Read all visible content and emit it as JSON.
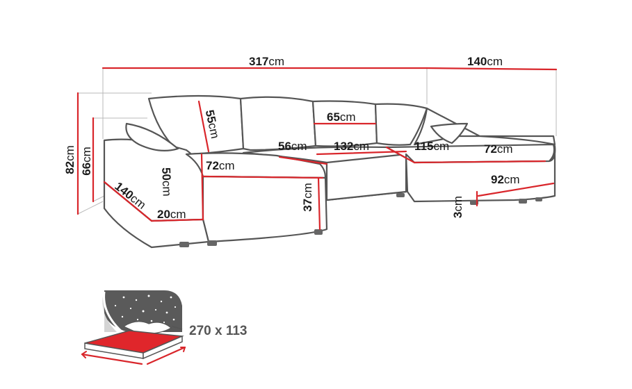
{
  "dimensions": [
    {
      "id": "total-width",
      "value": "317",
      "unit": "cm"
    },
    {
      "id": "chaise-width",
      "value": "140",
      "unit": "cm"
    },
    {
      "id": "total-height",
      "value": "82",
      "unit": "cm"
    },
    {
      "id": "back-height",
      "value": "66",
      "unit": "cm"
    },
    {
      "id": "cushion-height",
      "value": "55",
      "unit": "cm"
    },
    {
      "id": "cushion-width",
      "value": "65",
      "unit": "cm"
    },
    {
      "id": "seat-depth-middle",
      "value": "56",
      "unit": "cm"
    },
    {
      "id": "seat-width-middle",
      "value": "132",
      "unit": "cm"
    },
    {
      "id": "seat-width-right",
      "value": "115",
      "unit": "cm"
    },
    {
      "id": "chaise-right-seat-depth",
      "value": "72",
      "unit": "cm"
    },
    {
      "id": "chaise-right-width",
      "value": "92",
      "unit": "cm"
    },
    {
      "id": "leg-height",
      "value": "3",
      "unit": "cm"
    },
    {
      "id": "chaise-left-seat-width",
      "value": "72",
      "unit": "cm"
    },
    {
      "id": "armrest-height",
      "value": "50",
      "unit": "cm"
    },
    {
      "id": "chaise-left-depth",
      "value": "140",
      "unit": "cm"
    },
    {
      "id": "armrest-width",
      "value": "20",
      "unit": "cm"
    },
    {
      "id": "seat-height",
      "value": "37",
      "unit": "cm"
    }
  ],
  "bed": {
    "size_label": "270 x 113"
  },
  "colors": {
    "accent": "#d9262b",
    "outline": "#555555",
    "text": "#1a1a1a"
  },
  "icons": [
    "sleeping-function-icon",
    "stars-icon",
    "moon-icon"
  ]
}
